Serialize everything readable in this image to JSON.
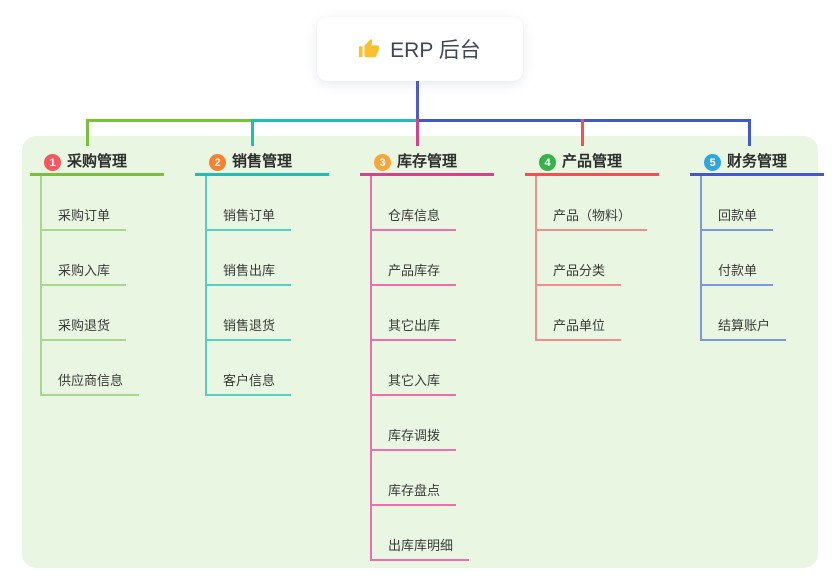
{
  "root": {
    "title": "ERP 后台",
    "icon": "thumbs-up",
    "icon_color": "#fbc02d",
    "text_color": "#3d4757"
  },
  "panel": {
    "background": "#e9f6e2"
  },
  "connector": {
    "stem_color": "#4d5bc9"
  },
  "branches": [
    {
      "number": "1",
      "title": "采购管理",
      "badge_color": "#f8565f",
      "line_color": "#7cbf3f",
      "child_line_color": "#a8d88e",
      "children": [
        "采购订单",
        "采购入库",
        "采购退货",
        "供应商信息"
      ]
    },
    {
      "number": "2",
      "title": "销售管理",
      "badge_color": "#f9812e",
      "line_color": "#1fbdb2",
      "child_line_color": "#58cfc2",
      "children": [
        "销售订单",
        "销售出库",
        "销售退货",
        "客户信息"
      ]
    },
    {
      "number": "3",
      "title": "库存管理",
      "badge_color": "#f9a53a",
      "line_color": "#d2428f",
      "child_line_color": "#ee6fae",
      "children": [
        "仓库信息",
        "产品库存",
        "其它出库",
        "其它入库",
        "库存调拨",
        "库存盘点",
        "出库库明细"
      ]
    },
    {
      "number": "4",
      "title": "产品管理",
      "badge_color": "#36b24a",
      "line_color": "#f05152",
      "child_line_color": "#f48d8d",
      "children": [
        "产品（物料）",
        "产品分类",
        "产品单位"
      ]
    },
    {
      "number": "5",
      "title": "财务管理",
      "badge_color": "#2fa6e0",
      "line_color": "#4159c9",
      "child_line_color": "#7e97d9",
      "children": [
        "回款单",
        "付款单",
        "结算账户"
      ]
    }
  ]
}
